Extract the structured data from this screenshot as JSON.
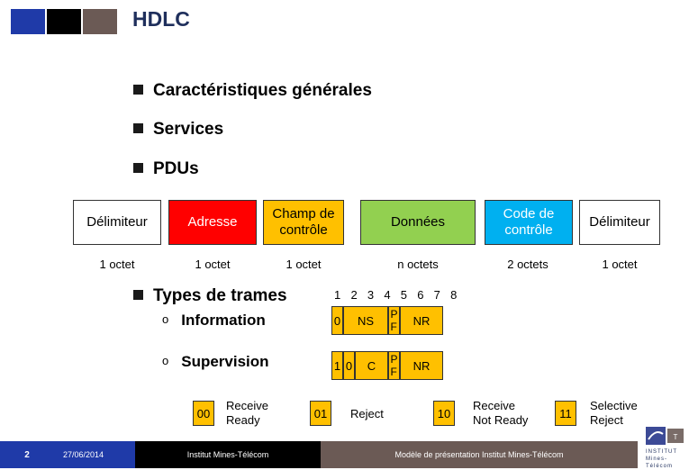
{
  "title": "HDLC",
  "bullets": [
    "Caractéristiques générales",
    "Services",
    "PDUs"
  ],
  "frame_fields": [
    {
      "label": "Délimiteur",
      "color": "#ffffff",
      "text_color": "#000000",
      "size": "1 octet"
    },
    {
      "label": "Adresse",
      "color": "#ff0000",
      "text_color": "#ffffff",
      "size": "1 octet"
    },
    {
      "label": "Champ de\ncontrôle",
      "color": "#ffc000",
      "text_color": "#000000",
      "size": "1 octet"
    },
    {
      "label": "Données",
      "color": "#92d050",
      "text_color": "#000000",
      "size": "n octets"
    },
    {
      "label": "Code de\ncontrôle",
      "color": "#00b0f0",
      "text_color": "#ffffff",
      "size": "2 octets"
    },
    {
      "label": "Délimiteur",
      "color": "#ffffff",
      "text_color": "#000000",
      "size": "1 octet"
    }
  ],
  "types": {
    "heading": "Types de trames",
    "bit_numbers": "1 2 3 4 5 6 7 8",
    "information": {
      "label": "Information",
      "cells": [
        "0",
        "NS",
        "P\nF",
        "NR"
      ]
    },
    "supervision": {
      "label": "Supervision",
      "cells": [
        "1",
        "0",
        "C",
        "P\nF",
        "NR"
      ]
    }
  },
  "legend": [
    {
      "code": "00",
      "text": "Receive\nReady"
    },
    {
      "code": "01",
      "text": "Reject"
    },
    {
      "code": "10",
      "text": "Receive\nNot Ready"
    },
    {
      "code": "11",
      "text": "Selective\nReject"
    }
  ],
  "footer": {
    "page": "2",
    "date": "27/06/2014",
    "org": "Institut Mines-Télécom",
    "template": "Modèle de présentation Institut Mines-Télécom"
  },
  "logo_text": "INSTITUT\nMines-Télécom",
  "colors": {
    "accent": "#1f2f5c",
    "footer_dark": "#000000",
    "footer_brown": "#6b5a55",
    "bit_field": "#ffc000"
  }
}
